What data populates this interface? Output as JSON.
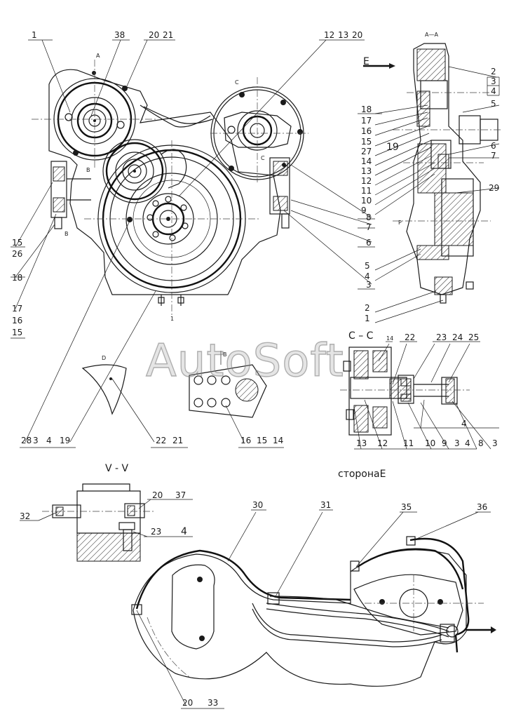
{
  "watermark": "AutoSoft",
  "section_titles": {
    "aa": "A—A",
    "cc": "C – C",
    "vv": "V - V",
    "view_e": "E",
    "side_e": "сторонаE"
  },
  "main_view_labels": {
    "top": [
      "1",
      "38",
      "20",
      "21",
      "12",
      "13",
      "20"
    ],
    "left": [
      "15",
      "26",
      "18",
      "17",
      "16",
      "15"
    ],
    "right": [
      "8",
      "7",
      "6",
      "3"
    ],
    "bottom": [
      "28",
      "3",
      "4",
      "19",
      "22",
      "21",
      "16",
      "15",
      "14"
    ]
  },
  "section_aa_labels": [
    "2",
    "3",
    "4",
    "5",
    "6",
    "7",
    "18",
    "17",
    "16",
    "15",
    "27",
    "19",
    "14",
    "13",
    "12",
    "11",
    "10",
    "9",
    "29",
    "5",
    "4",
    "2",
    "1"
  ],
  "section_cc_labels": [
    "14",
    "22",
    "23",
    "24",
    "25",
    "4",
    "13",
    "12",
    "11",
    "10",
    "9",
    "3",
    "4",
    "8",
    "3"
  ],
  "section_vv_labels": [
    "32",
    "20",
    "37",
    "23",
    "4"
  ],
  "side_e_labels": [
    "30",
    "31",
    "35",
    "36",
    "20",
    "33"
  ],
  "tiny_marks": [
    "A",
    "C",
    "C",
    "B",
    "B",
    "1",
    "D",
    "B",
    "P"
  ]
}
